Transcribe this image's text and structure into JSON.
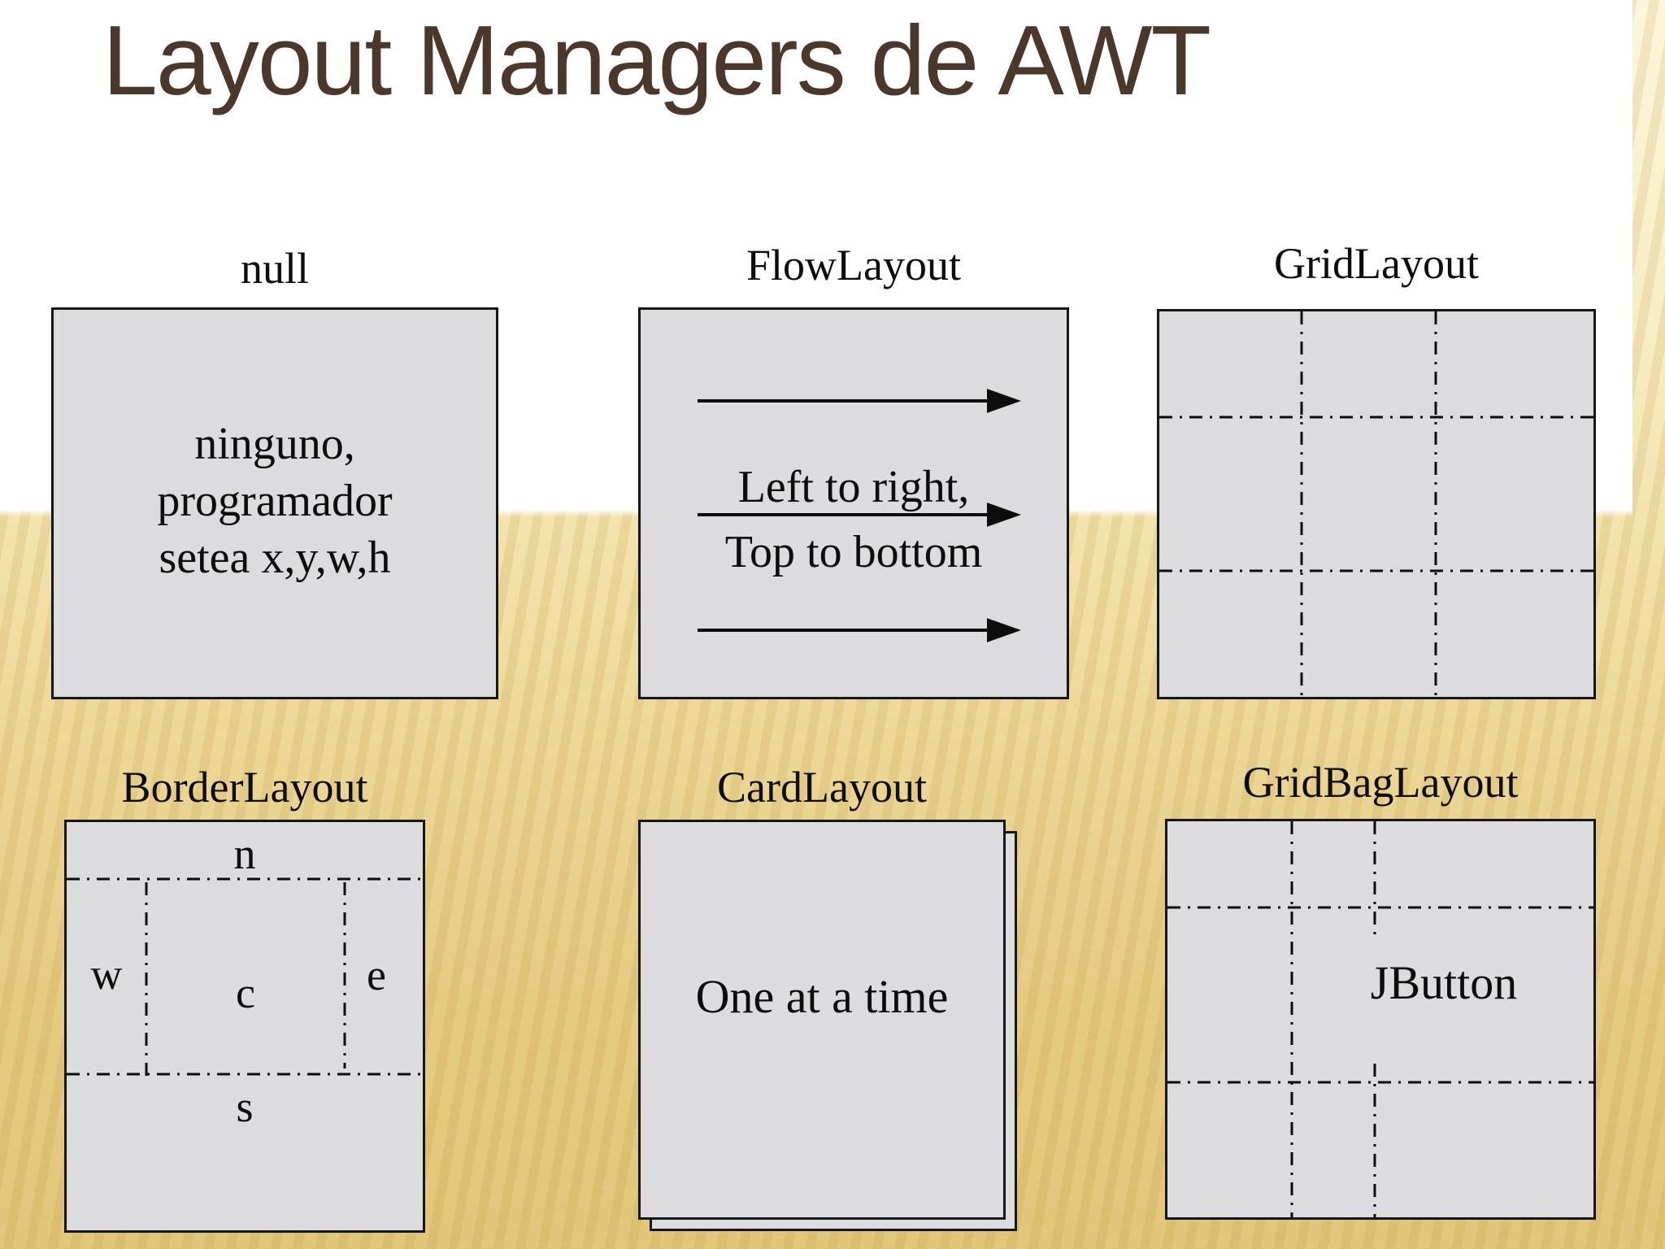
{
  "slide": {
    "title": "Layout Managers de AWT",
    "colors": {
      "title_brown": "#4b382b",
      "panel_fill": "#dcdcde",
      "panel_border": "#161616",
      "background_gold": "#e2c67a",
      "background_light": "#fdf6da",
      "text": "#0d0d0d"
    },
    "panels": {
      "null": {
        "label": "null",
        "body_lines": [
          "ninguno,",
          "programador",
          "setea x,y,w,h"
        ]
      },
      "flow": {
        "label": "FlowLayout",
        "line1": "Left to right,",
        "line2": "Top to bottom"
      },
      "grid": {
        "label": "GridLayout"
      },
      "border": {
        "label": "BorderLayout",
        "north": "n",
        "west": "w",
        "center": "c",
        "east": "e",
        "south": "s"
      },
      "card": {
        "label": "CardLayout",
        "body": "One at a time"
      },
      "gridbag": {
        "label": "GridBagLayout",
        "body": "JButton"
      }
    }
  }
}
